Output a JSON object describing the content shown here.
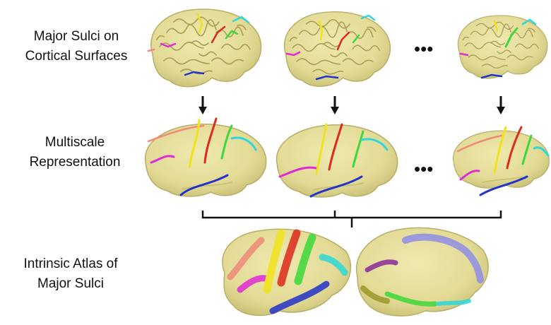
{
  "labels": {
    "top": [
      "Major Sulci on",
      "Cortical Surfaces"
    ],
    "middle": [
      "Multiscale",
      "Representation"
    ],
    "bottom": [
      "Intrinsic Atlas of",
      "Major Sulci"
    ]
  },
  "ellipsis": "•••",
  "colors": {
    "cortex_fill": "#e6df9c",
    "cortex_shade": "#cfc67e",
    "gyri_line": "#b5ab63",
    "arrow": "#111111",
    "bracket": "#111111",
    "sulcus_blue": "#2233cc",
    "sulcus_red": "#dd2a1a",
    "sulcus_yellow": "#f2e21a",
    "sulcus_green": "#3dd83a",
    "sulcus_cyan": "#2fd8d8",
    "sulcus_magenta": "#e02bd6",
    "sulcus_salmon": "#f08a78",
    "sulcus_lavender": "#8f8ee6",
    "sulcus_purple": "#8a2a9a",
    "sulcus_olive": "#9a9a2a"
  }
}
